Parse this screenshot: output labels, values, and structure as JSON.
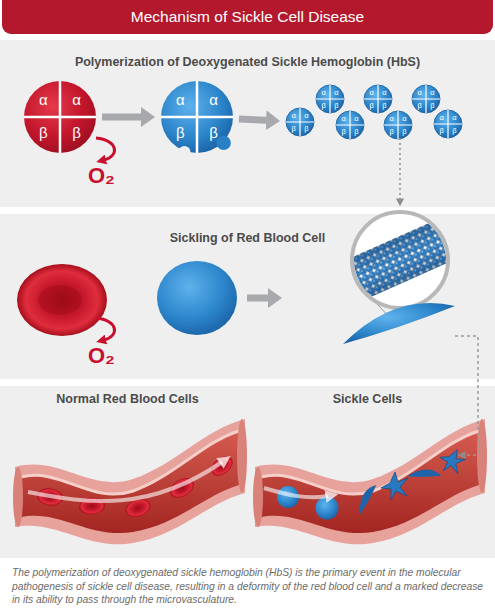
{
  "diagram": {
    "title": "Mechanism of Sickle Cell Disease",
    "caption": "The polymerization of deoxygenated sickle hemoglobin (HbS) is the primary event in the molecular pathogenesis of sickle cell disease, resulting in a deformity of the red blood cell and a marked decrease in its ability to pass through the microvasculature.",
    "nodes": [
      {
        "text": [
          "Polymerization of Deoxygenated Sickle Hemoglobin (HbS)"
        ]
      },
      {
        "text": [
          "α",
          "α",
          "β",
          "β"
        ],
        "in": 0
      },
      {
        "text": [
          "α",
          "α",
          "β",
          "β"
        ],
        "in": 0
      },
      {
        "text": [
          "α",
          "α",
          "β",
          "β"
        ],
        "in": 0
      },
      {
        "text": [
          "α",
          "α",
          "β",
          "β"
        ],
        "in": 0
      },
      {
        "text": [
          "α",
          "α",
          "β",
          "β"
        ],
        "in": 0
      },
      {
        "text": [
          "α",
          "α",
          "β",
          "β"
        ],
        "in": 0
      },
      {
        "text": [
          "α",
          "α",
          "β",
          "β"
        ],
        "in": 0
      },
      {
        "text": [
          "α",
          "α",
          "β",
          "β"
        ],
        "in": 0
      },
      {
        "text": [
          "α",
          "α",
          "β",
          "β"
        ],
        "in": 0
      },
      {
        "text": [
          "Sickling of Red Blood Cell"
        ]
      },
      {
        "text": [
          "Normal Red Blood Cells"
        ]
      },
      {
        "text": [
          "Sickle Cells"
        ]
      }
    ],
    "edges": [
      {
        "from": 1,
        "to": 2,
        "arrow": "to"
      },
      {
        "from": 2,
        "to": 3,
        "arrow": "to"
      }
    ],
    "labels": [
      "O₂",
      "O₂"
    ]
  }
}
